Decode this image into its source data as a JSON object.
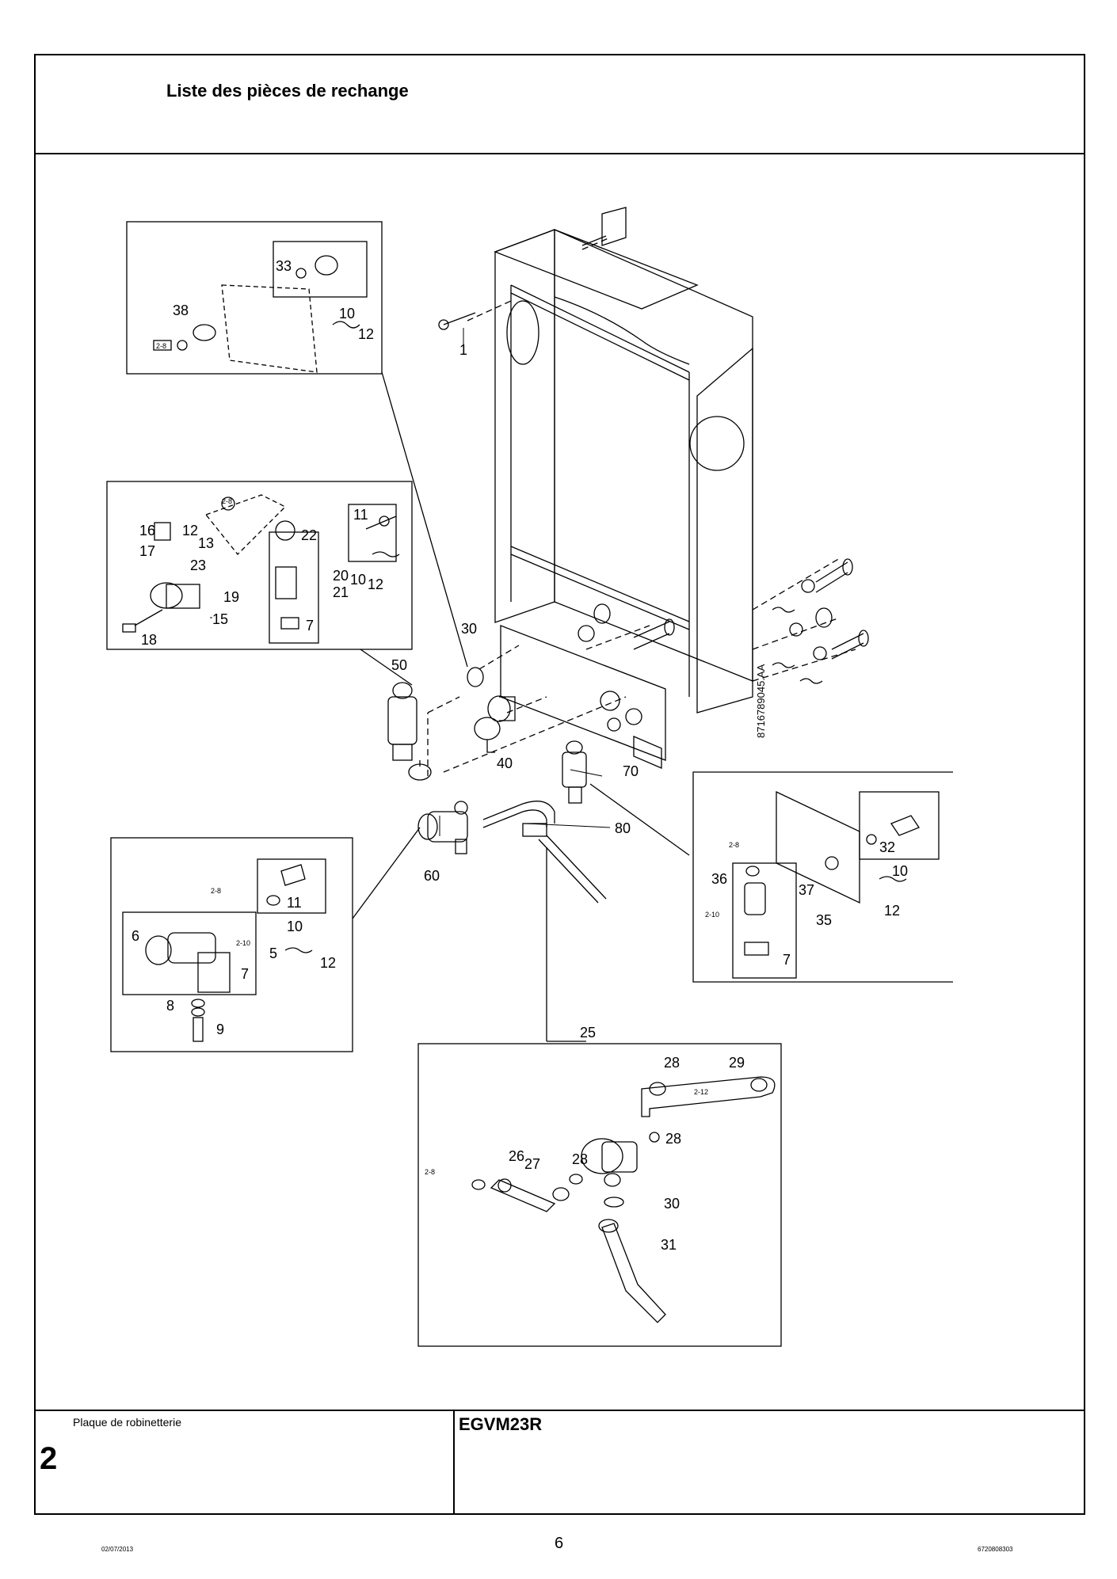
{
  "header": {
    "title": "Liste des pièces de rechange"
  },
  "footer": {
    "section_label": "Plaque de robinetterie",
    "section_number": "2",
    "model": "EGVM23R"
  },
  "page": {
    "date": "02/07/2013",
    "number": "6",
    "doc_number": "6720808303"
  },
  "diagram": {
    "code": "8716789045.AA",
    "refs": {
      "r1": "1",
      "r30a": "30",
      "r50": "50",
      "r40": "40",
      "r70": "70",
      "r80": "80",
      "r60": "60",
      "b1_33": "33",
      "b1_38": "38",
      "b1_10": "10",
      "b1_12": "12",
      "b1_tag": "2-8",
      "b2_16": "16",
      "b2_17": "17",
      "b2_12": "12",
      "b2_13": "13",
      "b2_23": "23",
      "b2_19": "19",
      "b2_15": "15",
      "b2_18": "18",
      "b2_22": "22",
      "b2_11": "11",
      "b2_20": "20",
      "b2_21": "21",
      "b2_10": "10",
      "b2_12b": "12",
      "b2_7": "7",
      "b2_tag": "2-8",
      "b3_11": "11",
      "b3_10": "10",
      "b3_6": "6",
      "b3_5": "5",
      "b3_7": "7",
      "b3_12": "12",
      "b3_8": "8",
      "b3_9": "9",
      "b3_tag1": "2-8",
      "b3_tag2": "2-10",
      "b4_32": "32",
      "b4_10": "10",
      "b4_12": "12",
      "b4_36": "36",
      "b4_37": "37",
      "b4_35": "35",
      "b4_7": "7",
      "b4_tag1": "2-8",
      "b4_tag2": "2-10",
      "b5_25": "25",
      "b5_28a": "28",
      "b5_29": "29",
      "b5_28b": "28",
      "b5_26": "26",
      "b5_27": "27",
      "b5_28c": "28",
      "b5_30": "30",
      "b5_31": "31",
      "b5_tag1": "2-12",
      "b5_tag2": "2-8"
    }
  }
}
